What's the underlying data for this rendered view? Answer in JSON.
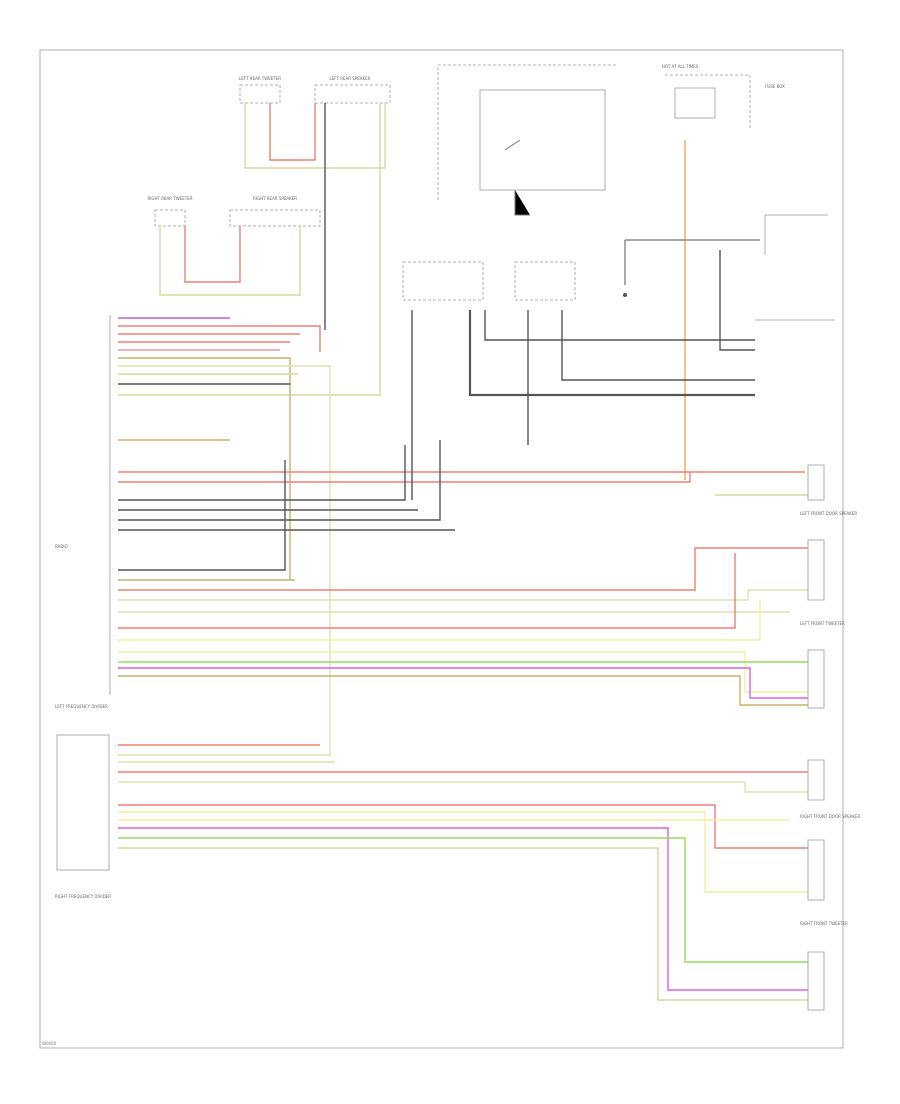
{
  "diagram": {
    "footer_code": "W0000",
    "component_labels": [
      {
        "id": "left-rear-tweeter",
        "text": "LEFT REAR TWEETER"
      },
      {
        "id": "left-rear-speaker",
        "text": "LEFT REAR SPEAKER"
      },
      {
        "id": "right-rear-tweeter",
        "text": "RIGHT REAR TWEETER"
      },
      {
        "id": "right-rear-speaker",
        "text": "RIGHT REAR SPEAKER"
      },
      {
        "id": "hot-at-all-times",
        "text": "HOT AT ALL TIMES"
      },
      {
        "id": "fuse-box",
        "text": "FUSE BOX"
      },
      {
        "id": "radio",
        "text": "RADIO"
      },
      {
        "id": "left-freq-divider",
        "text": "LEFT FREQUENCY DIVIDER"
      },
      {
        "id": "right-freq-divider",
        "text": "RIGHT FREQUENCY DIVIDER"
      },
      {
        "id": "left-front-door-speaker",
        "text": "LEFT FRONT DOOR SPEAKER"
      },
      {
        "id": "left-front-tweeter",
        "text": "LEFT FRONT TWEETER"
      },
      {
        "id": "right-front-door-speaker",
        "text": "RIGHT FRONT DOOR SPEAKER"
      },
      {
        "id": "right-front-tweeter",
        "text": "RIGHT FRONT TWEETER"
      }
    ]
  }
}
